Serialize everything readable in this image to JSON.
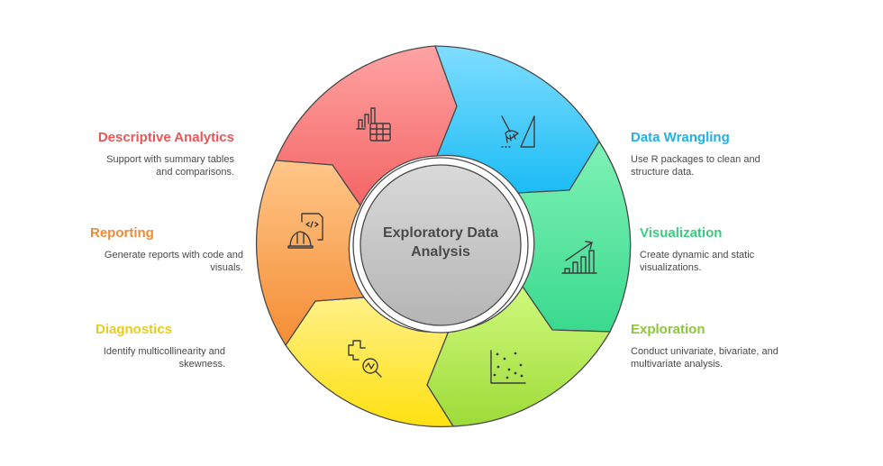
{
  "center": {
    "line1": "Exploratory Data",
    "line2": "Analysis",
    "fill": "#c8c8c8"
  },
  "segments": [
    {
      "id": "descriptive-analytics",
      "title": "Descriptive Analytics",
      "desc_line1": "Support with summary tables",
      "desc_line2": "and comparisons.",
      "color": "#e85a5a",
      "fill_top": "#ff9e9e",
      "fill_bottom": "#f56b6b",
      "icon": "bar-chart-table-icon",
      "side": "left"
    },
    {
      "id": "data-wrangling",
      "title": "Data Wrangling",
      "desc_line1": "Use R packages to clean and",
      "desc_line2": "structure data.",
      "color": "#27b1e3",
      "fill_top": "#7fdcff",
      "fill_bottom": "#1fbdf5",
      "icon": "broom-icon",
      "side": "right"
    },
    {
      "id": "visualization",
      "title": "Visualization",
      "desc_line1": "Create dynamic and static",
      "desc_line2": "visualizations.",
      "color": "#3cc97e",
      "fill_top": "#7ef0b4",
      "fill_bottom": "#3ed990",
      "icon": "growth-chart-icon",
      "side": "right"
    },
    {
      "id": "exploration",
      "title": "Exploration",
      "desc_line1": "Conduct univariate, bivariate, and",
      "desc_line2": "multivariate analysis.",
      "color": "#8cc63f",
      "fill_top": "#cdf77a",
      "fill_bottom": "#9fdc3c",
      "icon": "scatter-plot-icon",
      "side": "right"
    },
    {
      "id": "diagnostics",
      "title": "Diagnostics",
      "desc_line1": "Identify multicollinearity and",
      "desc_line2": "skewness.",
      "color": "#e6c919",
      "fill_top": "#fff07a",
      "fill_bottom": "#ffe11a",
      "icon": "health-search-icon",
      "side": "left"
    },
    {
      "id": "reporting",
      "title": "Reporting",
      "desc_line1": "Generate reports with code and",
      "desc_line2": "visuals.",
      "color": "#f0893a",
      "fill_top": "#ffc285",
      "fill_bottom": "#f5953d",
      "icon": "code-report-icon",
      "side": "left"
    }
  ]
}
